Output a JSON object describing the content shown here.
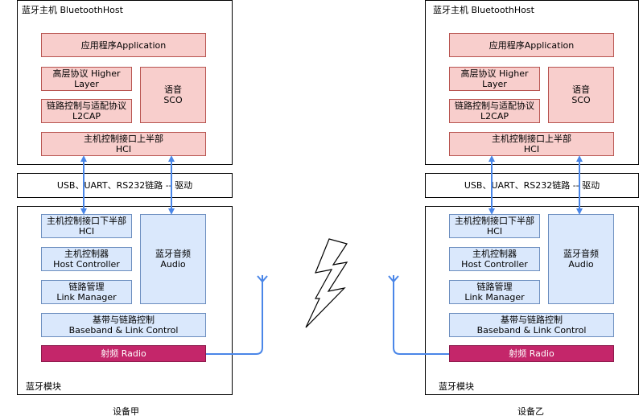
{
  "colors": {
    "pink": "#f8cecc",
    "blue": "#dae8fc",
    "radio": "#c4266a",
    "arrow": "#4a86e8"
  },
  "devices": [
    {
      "caption": "设备甲",
      "host": {
        "title": "蓝牙主机 BluetoothHost",
        "application": "应用程序Application",
        "higher_layer_1": "高层协议 Higher",
        "higher_layer_2": "Layer",
        "l2cap_1": "链路控制与适配协议",
        "l2cap_2": "L2CAP",
        "sco_1": "语音",
        "sco_2": "SCO",
        "hci_upper_1": "主机控制接口上半部",
        "hci_upper_2": "HCI"
      },
      "transport": "USB、UART、RS232链路 -- 驱动",
      "module": {
        "title": "蓝牙模块",
        "hci_lower_1": "主机控制接口下半部",
        "hci_lower_2": "HCI",
        "controller_1": "主机控制器",
        "controller_2": "Host Controller",
        "link_manager_1": "链路管理",
        "link_manager_2": "Link Manager",
        "audio_1": "蓝牙音频",
        "audio_2": "Audio",
        "baseband_1": "基带与链路控制",
        "baseband_2": "Baseband & Link Control",
        "radio": "射频 Radio"
      }
    },
    {
      "caption": "设备乙",
      "host": {
        "title": "蓝牙主机 BluetoothHost",
        "application": "应用程序Application",
        "higher_layer_1": "高层协议 Higher",
        "higher_layer_2": "Layer",
        "l2cap_1": "链路控制与适配协议",
        "l2cap_2": "L2CAP",
        "sco_1": "语音",
        "sco_2": "SCO",
        "hci_upper_1": "主机控制接口上半部",
        "hci_upper_2": "HCI"
      },
      "transport": "USB、UART、RS232链路 -- 驱动",
      "module": {
        "title": "蓝牙模块",
        "hci_lower_1": "主机控制接口下半部",
        "hci_lower_2": "HCI",
        "controller_1": "主机控制器",
        "controller_2": "Host Controller",
        "link_manager_1": "链路管理",
        "link_manager_2": "Link Manager",
        "audio_1": "蓝牙音频",
        "audio_2": "Audio",
        "baseband_1": "基带与链路控制",
        "baseband_2": "Baseband & Link Control",
        "radio": "射频 Radio"
      }
    }
  ],
  "icons": {
    "wireless": "lightning-bolt-icon",
    "antenna": "antenna-icon"
  }
}
